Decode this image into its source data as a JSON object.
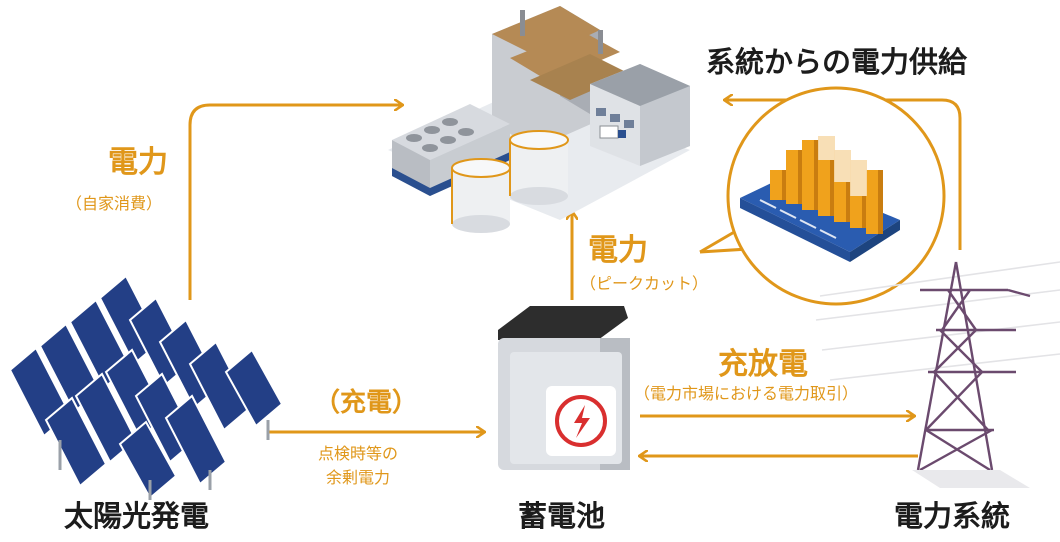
{
  "title": "系統からの電力供給",
  "nodes": {
    "solar": "太陽光発電",
    "battery": "蓄電池",
    "grid": "電力系統"
  },
  "labels": {
    "self_power": "電力",
    "self_power_sub": "（自家消費）",
    "peak_power": "電力",
    "peak_power_sub": "（ピークカット）",
    "charge": "（充電）",
    "charge_sub_1": "点検時等の",
    "charge_sub_2": "余剰電力",
    "charge_discharge": "充放電",
    "charge_discharge_sub": "（電力市場における電力取引）"
  },
  "colors": {
    "accent": "#e0971a",
    "text": "#1c1c1c",
    "panel": "#1f3a7a",
    "tower": "#6b4a6e"
  }
}
